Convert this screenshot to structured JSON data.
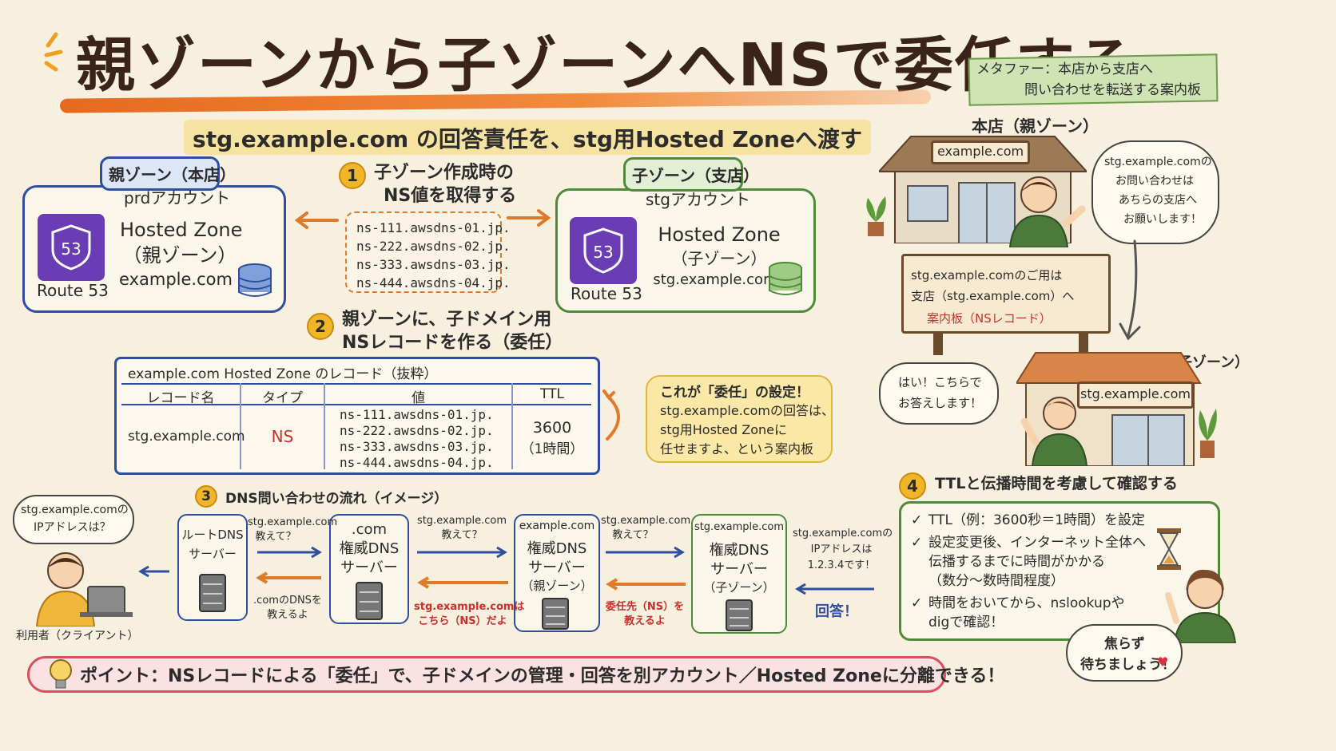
{
  "title": "親ゾーンから子ゾーンへNSで委任する",
  "subtitle": "stg.example.com の回答責任を、stg用Hosted Zoneへ渡す",
  "parent_zone": {
    "tag": "親ゾーン（本店）",
    "account": "prdアカウント",
    "service": "Route 53",
    "hz_line1": "Hosted Zone",
    "hz_line2": "（親ゾーン）",
    "hz_line3": "example.com"
  },
  "child_zone": {
    "tag": "子ゾーン（支店）",
    "account": "stgアカウント",
    "service": "Route 53",
    "hz_line1": "Hosted Zone",
    "hz_line2": "（子ゾーン）",
    "hz_line3": "stg.example.com"
  },
  "route53_badge": "53",
  "step1": {
    "num": "1",
    "line1": "子ゾーン作成時の",
    "line2": "NS値を取得する"
  },
  "ns_values": [
    "ns-111.awsdns-01.jp.",
    "ns-222.awsdns-02.jp.",
    "ns-333.awsdns-03.jp.",
    "ns-444.awsdns-04.jp."
  ],
  "step2": {
    "num": "2",
    "line1": "親ゾーンに、子ドメイン用",
    "line2": "NSレコードを作る（委任）"
  },
  "record_table": {
    "caption": "example.com Hosted Zone のレコード（抜粋）",
    "headers": [
      "レコード名",
      "タイプ",
      "値",
      "TTL"
    ],
    "row": {
      "name": "stg.example.com",
      "type": "NS",
      "values": [
        "ns-111.awsdns-01.jp.",
        "ns-222.awsdns-02.jp.",
        "ns-333.awsdns-03.jp.",
        "ns-444.awsdns-04.jp."
      ],
      "ttl": "3600",
      "ttl_note": "（1時間）"
    }
  },
  "delegation_note": [
    "これが「委任」の設定！",
    "stg.example.comの回答は、",
    "stg用Hosted Zoneに",
    "任せますよ、という案内板"
  ],
  "step3": {
    "num": "3",
    "label": "DNS問い合わせの流れ（イメージ）"
  },
  "client": {
    "bubble_line1": "stg.example.comの",
    "bubble_line2": "IPアドレスは？",
    "label": "利用者（クライアント）"
  },
  "servers": [
    {
      "line1": "ルートDNS",
      "line2": "サーバー",
      "line3": ""
    },
    {
      "line1": ".com",
      "line2": "権威DNS",
      "line3": "サーバー"
    },
    {
      "line1": "example.com",
      "line2": "権威DNS",
      "line3": "サーバー",
      "line4": "（親ゾーン）"
    },
    {
      "line1": "stg.example.com",
      "line2": "権威DNS",
      "line3": "サーバー",
      "line4": "（子ゾーン）"
    }
  ],
  "flow": {
    "q1_line1": "stg.example.com",
    "q1_line2": "教えて？",
    "q2_line1": "stg.example.com",
    "q2_line2": "教えて？",
    "q3_line1": "stg.example.com",
    "q3_line2": "教えて？",
    "a1_line1": ".comのDNSを",
    "a1_line2": "教えるよ",
    "a2_line1": "stg.example.comは",
    "a2_line2": "こちら（NS）だよ",
    "a3_line1": "委任先（NS）を",
    "a3_line2": "教えるよ",
    "final_line1": "stg.example.comの",
    "final_line2": "IPアドレスは",
    "final_line3": "1.2.3.4です！",
    "answer": "回答！"
  },
  "metaphor": {
    "line1": "メタファー：本店から支店へ",
    "line2": "問い合わせを転送する案内板"
  },
  "main_store": {
    "label": "本店（親ゾーン）",
    "sign": "example.com",
    "bubble": [
      "stg.example.comの",
      "お問い合わせは",
      "あちらの支店へ",
      "お願いします！"
    ]
  },
  "guide_board": {
    "line1": "stg.example.comのご用は",
    "line2": "支店（stg.example.com）へ",
    "line3": "案内板（NSレコード）"
  },
  "branch_store": {
    "label": "支店（子ゾーン）",
    "sign": "stg.example.com",
    "bubble": [
      "はい！こちらで",
      "お答えします！"
    ]
  },
  "step4": {
    "num": "4",
    "label": "TTLと伝播時間を考慮して確認する",
    "items": [
      [
        "TTL（例：3600秒＝1時間）を設定"
      ],
      [
        "設定変更後、インターネット全体へ",
        "伝播するまでに時間がかかる",
        "（数分〜数時間程度）"
      ],
      [
        "時間をおいてから、nslookupや",
        "digで確認！"
      ]
    ],
    "bubble": [
      "焦らず",
      "待ちましょう！"
    ]
  },
  "point": "ポイント：NSレコードによる「委任」で、子ドメインの管理・回答を別アカウント／Hosted Zoneに分離できる！",
  "colors": {
    "accent": "#e56a1f",
    "blue": "#2f4ea0",
    "green": "#4f8a3a",
    "purple": "#6a3db5",
    "red": "#c9302c"
  }
}
